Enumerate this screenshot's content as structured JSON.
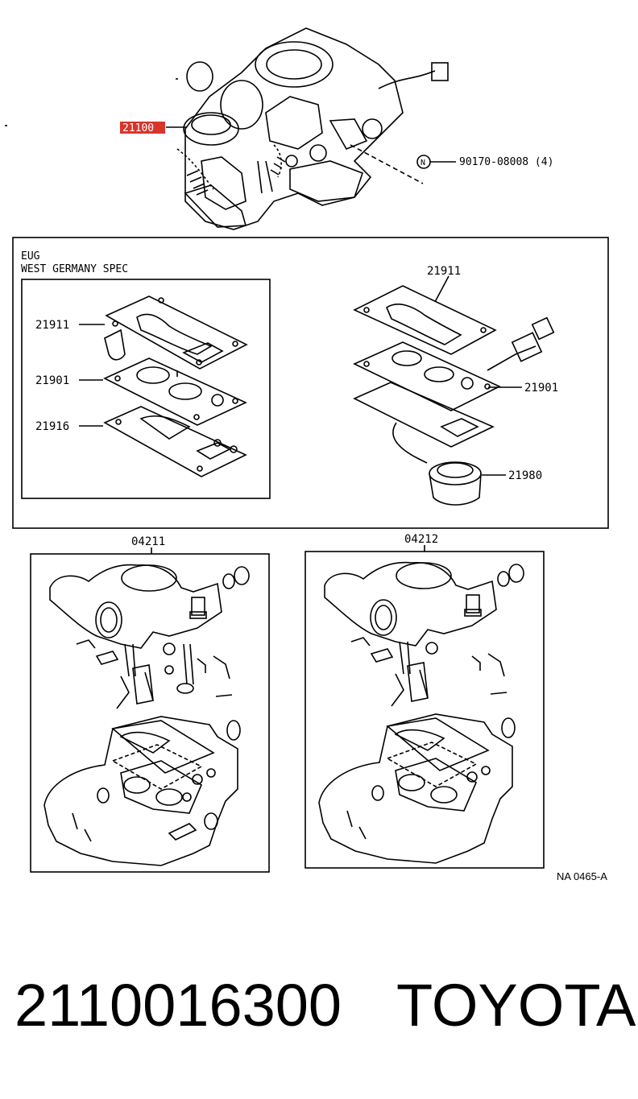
{
  "diagram": {
    "main_part_label": "21100",
    "bolt_label": "90170-08008 (4)",
    "bolt_marker": "N",
    "highlight_color": "#d9342b",
    "spec_box": {
      "line1": "EUG",
      "line2": "WEST GERMANY SPEC",
      "left_labels": [
        "21911",
        "21901",
        "21916"
      ],
      "right_labels": {
        "top": "21911",
        "mid": "21901",
        "bottom": "21980"
      }
    },
    "kit_left": "04211",
    "kit_right": "04212",
    "ref_code": "NA 0465-A"
  },
  "footer": {
    "part_number": "2110016300",
    "brand": "TOYOTA"
  }
}
